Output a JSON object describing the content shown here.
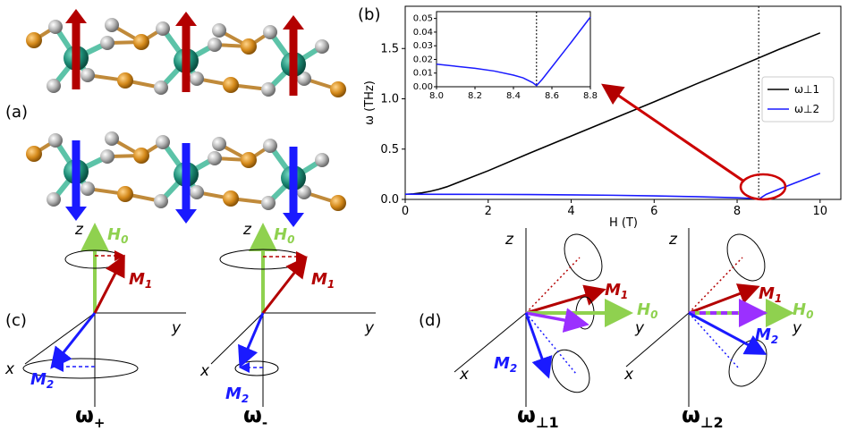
{
  "panels": {
    "a": "(a)",
    "b": "(b)",
    "c": "(c)",
    "d": "(d)"
  },
  "colors": {
    "red": "#b30000",
    "blue": "#1a1aff",
    "green": "#8fd14f",
    "purple": "#9b30ff",
    "teal_atom": "#1b8a74",
    "orange_atom": "#d4891a",
    "grey_atom": "#b8b8b8"
  },
  "panel_c": {
    "axis_z": "z",
    "axis_y": "y",
    "axis_x": "x",
    "h0": "H",
    "h0_sub": "0",
    "m1": "M",
    "m1_sub": "1",
    "m2": "M",
    "m2_sub": "2",
    "mode_plus": "ω",
    "mode_plus_sub": "+",
    "mode_minus": "ω",
    "mode_minus_sub": "-"
  },
  "panel_d": {
    "axis_z": "z",
    "axis_y": "y",
    "axis_x": "x",
    "h0": "H",
    "h0_sub": "0",
    "m1": "M",
    "m1_sub": "1",
    "m2": "M",
    "m2_sub": "2",
    "mode_perp1": "ω",
    "mode_perp1_sub": "⊥1",
    "mode_perp2": "ω",
    "mode_perp2_sub": "⊥2"
  },
  "chart_data": {
    "type": "line",
    "xlabel": "H (T)",
    "ylabel": "ω (THz)",
    "xlim": [
      0,
      10.5
    ],
    "ylim": [
      0,
      1.92
    ],
    "xticks": [
      "0",
      "2",
      "4",
      "6",
      "8",
      "10"
    ],
    "yticks": [
      "0.0",
      "0.5",
      "1.0",
      "1.5"
    ],
    "critical_field": 8.52,
    "legend_position": "right",
    "series": [
      {
        "name": "ω⊥1",
        "color": "#000000",
        "x": [
          0,
          0.2,
          0.4,
          0.6,
          0.8,
          1,
          2,
          3,
          4,
          5,
          6,
          7,
          8,
          9,
          10
        ],
        "y": [
          0.05,
          0.055,
          0.065,
          0.08,
          0.1,
          0.125,
          0.285,
          0.46,
          0.63,
          0.8,
          0.97,
          1.145,
          1.315,
          1.49,
          1.655
        ]
      },
      {
        "name": "ω⊥2",
        "color": "#1a1aff",
        "x": [
          0,
          1,
          2,
          3,
          4,
          5,
          6,
          7,
          7.5,
          8,
          8.3,
          8.52,
          8.7,
          9,
          9.5,
          10
        ],
        "y": [
          0.052,
          0.051,
          0.05,
          0.048,
          0.045,
          0.041,
          0.035,
          0.027,
          0.022,
          0.016,
          0.011,
          0.002,
          0.05,
          0.1,
          0.18,
          0.26
        ]
      }
    ],
    "inset": {
      "xlim": [
        8.0,
        8.8
      ],
      "ylim": [
        0,
        0.055
      ],
      "xticks": [
        "8.0",
        "8.2",
        "8.4",
        "8.6",
        "8.8"
      ],
      "yticks": [
        "0.00",
        "0.01",
        "0.02",
        "0.03",
        "0.04",
        "0.05"
      ],
      "x": [
        8.0,
        8.1,
        8.2,
        8.3,
        8.4,
        8.45,
        8.5,
        8.52,
        8.55,
        8.6,
        8.7,
        8.8
      ],
      "y": [
        0.0165,
        0.015,
        0.0135,
        0.0115,
        0.0085,
        0.0065,
        0.003,
        0.0008,
        0.0055,
        0.0145,
        0.0325,
        0.051
      ]
    }
  }
}
